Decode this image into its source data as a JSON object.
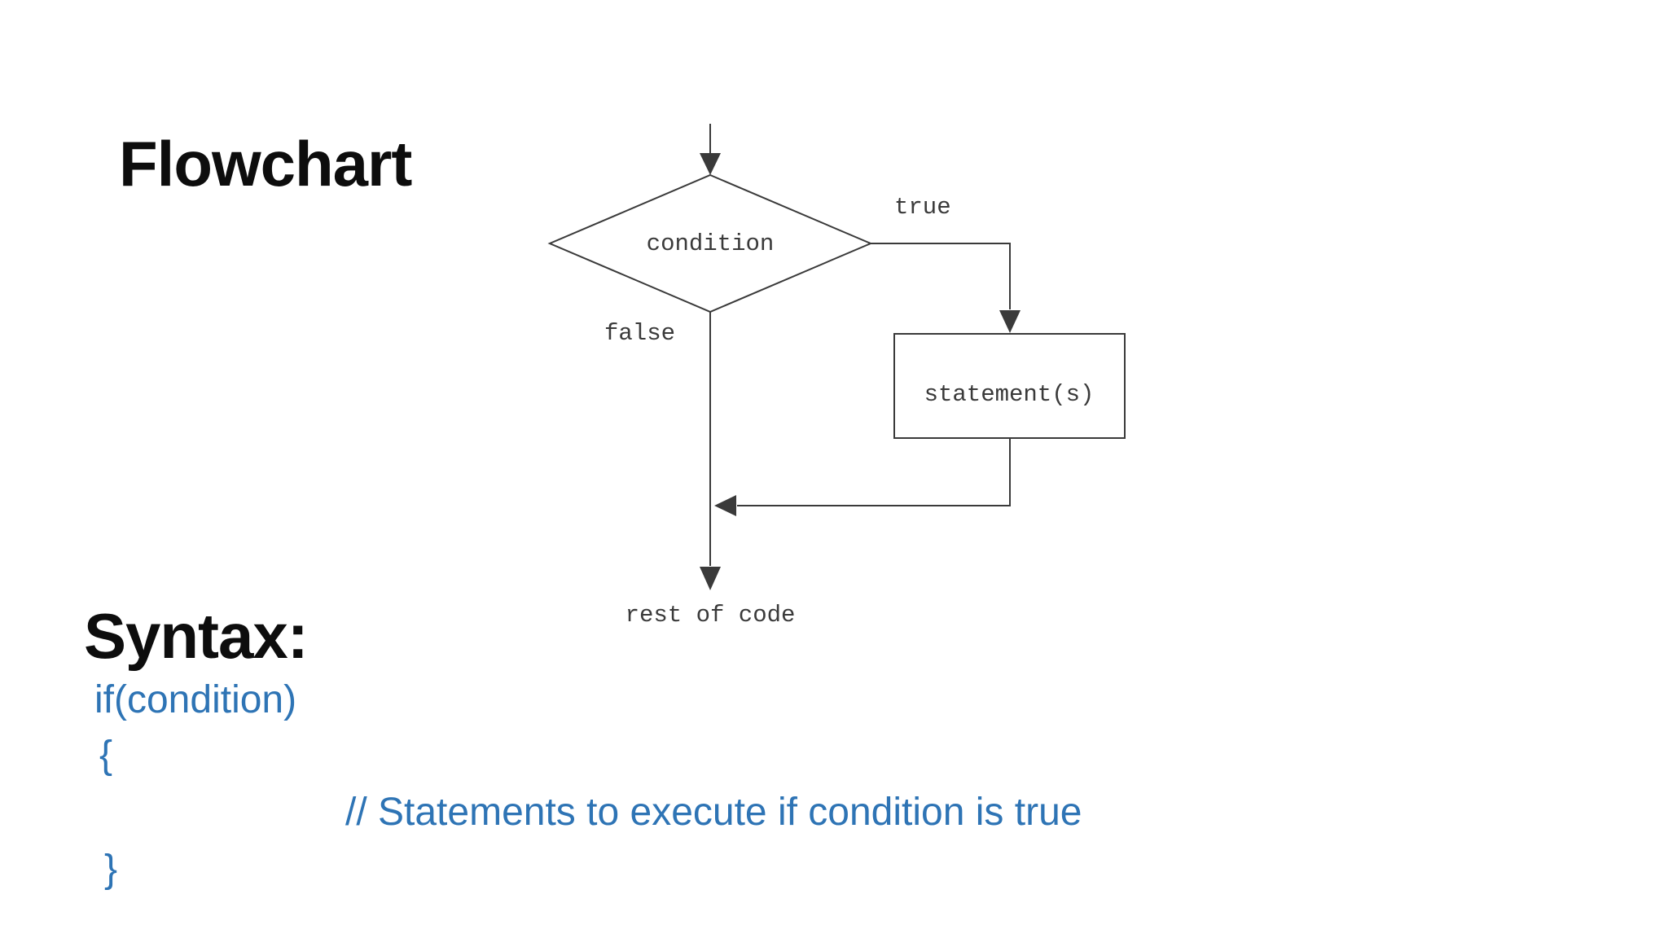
{
  "title": "Flowchart",
  "syntax_heading": "Syntax:",
  "colors": {
    "bg": "#ffffff",
    "ink": "#0d0d0d",
    "accent": "#2e74b5",
    "stroke": "#3a3a3a"
  },
  "flowchart": {
    "condition_label": "condition",
    "true_label": "true",
    "false_label": "false",
    "statement_label": "statement(s)",
    "rest_label": "rest of code"
  },
  "code": {
    "lines": [
      "if(condition)",
      "{",
      "// Statements to execute if condition is true",
      "}"
    ]
  }
}
